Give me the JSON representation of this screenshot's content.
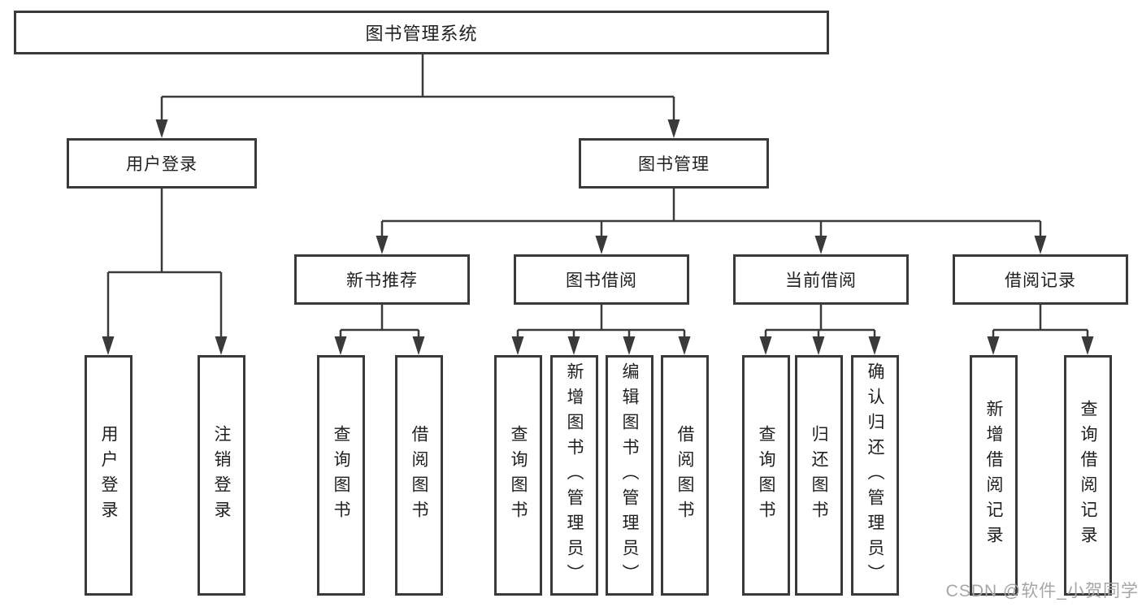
{
  "diagram": {
    "root": {
      "label": "图书管理系统",
      "children": [
        {
          "label": "用户登录",
          "children": [
            {
              "label": "用户登录"
            },
            {
              "label": "注销登录"
            }
          ]
        },
        {
          "label": "图书管理",
          "children": [
            {
              "label": "新书推荐",
              "children": [
                {
                  "label": "查询图书"
                },
                {
                  "label": "借阅图书"
                }
              ]
            },
            {
              "label": "图书借阅",
              "children": [
                {
                  "label": "查询图书"
                },
                {
                  "label": "新增图书（管理员）"
                },
                {
                  "label": "编辑图书（管理员）"
                },
                {
                  "label": "借阅图书"
                }
              ]
            },
            {
              "label": "当前借阅",
              "children": [
                {
                  "label": "查询图书"
                },
                {
                  "label": "归还图书"
                },
                {
                  "label": "确认归还（管理员）"
                }
              ]
            },
            {
              "label": "借阅记录",
              "children": [
                {
                  "label": "新增借阅记录"
                },
                {
                  "label": "查询借阅记录"
                }
              ]
            }
          ]
        }
      ]
    }
  },
  "watermark": {
    "text": "CSDN @软件_小贺同学"
  },
  "colors": {
    "line": "#3a3a3a",
    "text": "#1f1f1f",
    "box_background": "#ffffff",
    "watermark": "#a6a6a6"
  }
}
